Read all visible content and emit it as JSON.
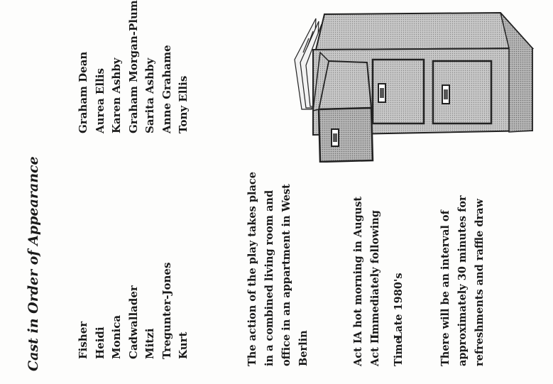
{
  "programme": {
    "title": "Cast in Order of Appearance",
    "cast": [
      {
        "character": "Fisher",
        "actor": "Graham Dean"
      },
      {
        "character": "Heidi",
        "actor": "Aurea Ellis"
      },
      {
        "character": "Monica",
        "actor": "Karen Ashby"
      },
      {
        "character": "Cadwallader",
        "actor": "Graham Morgan-Plumb"
      },
      {
        "character": "Mitzi",
        "actor": "Sarita Ashby"
      },
      {
        "character": "Tregunter-Jones",
        "actor": "Anne Grahame"
      },
      {
        "character": "Kurt",
        "actor": "Tony Ellis"
      }
    ],
    "setting_lines": [
      "The action of the play takes place",
      "in a combined living room and",
      "office in an appartment in West",
      "Berlin"
    ],
    "acts": [
      {
        "label": "Act I",
        "description": "A hot morning in August"
      },
      {
        "label": "Act II",
        "description": "Immediately following"
      }
    ],
    "time": {
      "label": "Time",
      "description": "Late 1980's"
    },
    "interval_lines": [
      "There will be an interval of",
      "approximately 30 minutes for",
      "refreshments and raffle draw"
    ]
  },
  "illustration": {
    "icon": "filing-cabinet-icon",
    "colors": {
      "body": "#c8c8c8",
      "front": "#b4b4b4",
      "outline": "#222222"
    }
  }
}
